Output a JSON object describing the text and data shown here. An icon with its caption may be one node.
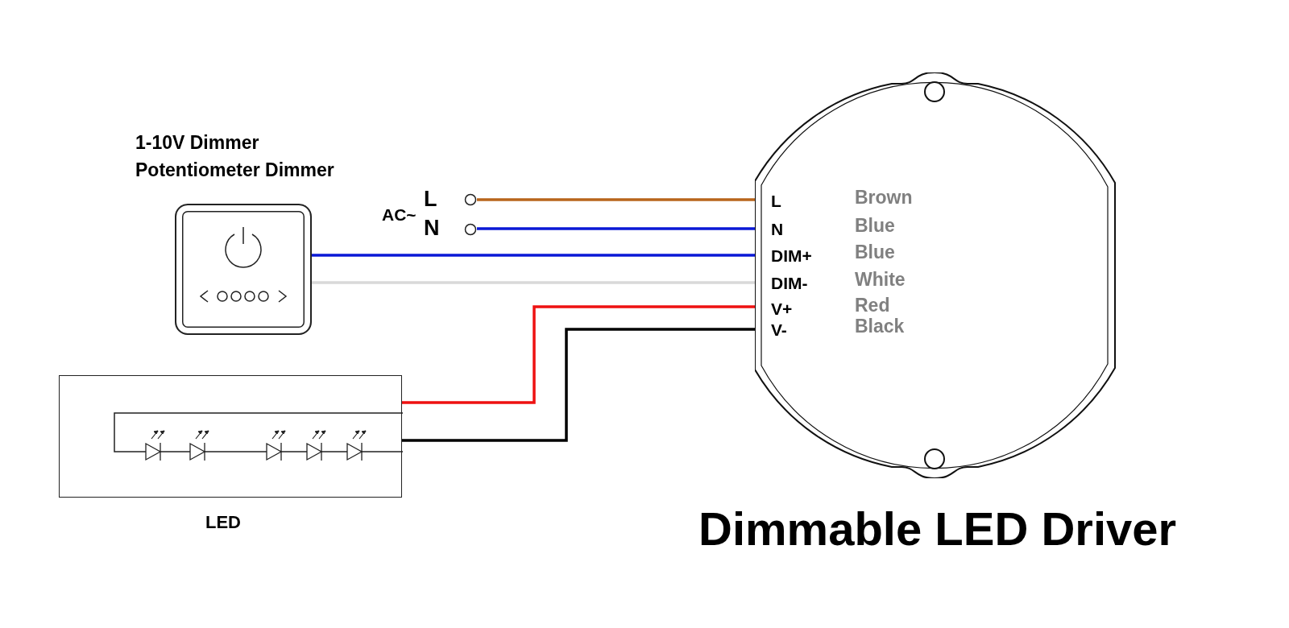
{
  "diagram": {
    "title": "Dimmable LED Driver",
    "nodes": [
      {
        "text": [
          "1-10V Dimmer",
          "Potentiometer Dimmer"
        ]
      },
      {
        "text": [
          "L"
        ]
      },
      {
        "text": [
          "N"
        ]
      },
      {
        "text": [],
        "shape": "circle"
      },
      {
        "text": [
          "L"
        ],
        "beside": [
          "Brown"
        ],
        "in": 3
      },
      {
        "text": [
          "N"
        ],
        "beside": [
          "Blue"
        ],
        "in": 3
      },
      {
        "text": [
          "DIM+"
        ],
        "beside": [
          "Blue"
        ],
        "in": 3
      },
      {
        "text": [
          "DIM-"
        ],
        "beside": [
          "White"
        ],
        "in": 3
      },
      {
        "text": [
          "V+"
        ],
        "beside": [
          "Red"
        ],
        "in": 3
      },
      {
        "text": [
          "V-"
        ],
        "beside": [
          "Black"
        ],
        "in": 3
      },
      {
        "text": [
          "LED"
        ]
      }
    ],
    "edges": [
      {
        "from": 1,
        "to": 4,
        "arrow": "none",
        "color": "#b8651b"
      },
      {
        "from": 2,
        "to": 5,
        "arrow": "none",
        "color": "#0a18d6"
      },
      {
        "from": 0,
        "to": 6,
        "arrow": "none",
        "color": "#0a18d6"
      },
      {
        "from": 0,
        "to": 7,
        "arrow": "none",
        "color": "#d9d9d9"
      },
      {
        "from": 10,
        "to": 8,
        "arrow": "none",
        "color": "#ee1111"
      },
      {
        "from": 10,
        "to": 9,
        "arrow": "none",
        "color": "#000000"
      }
    ],
    "labels": [
      "AC~"
    ]
  }
}
